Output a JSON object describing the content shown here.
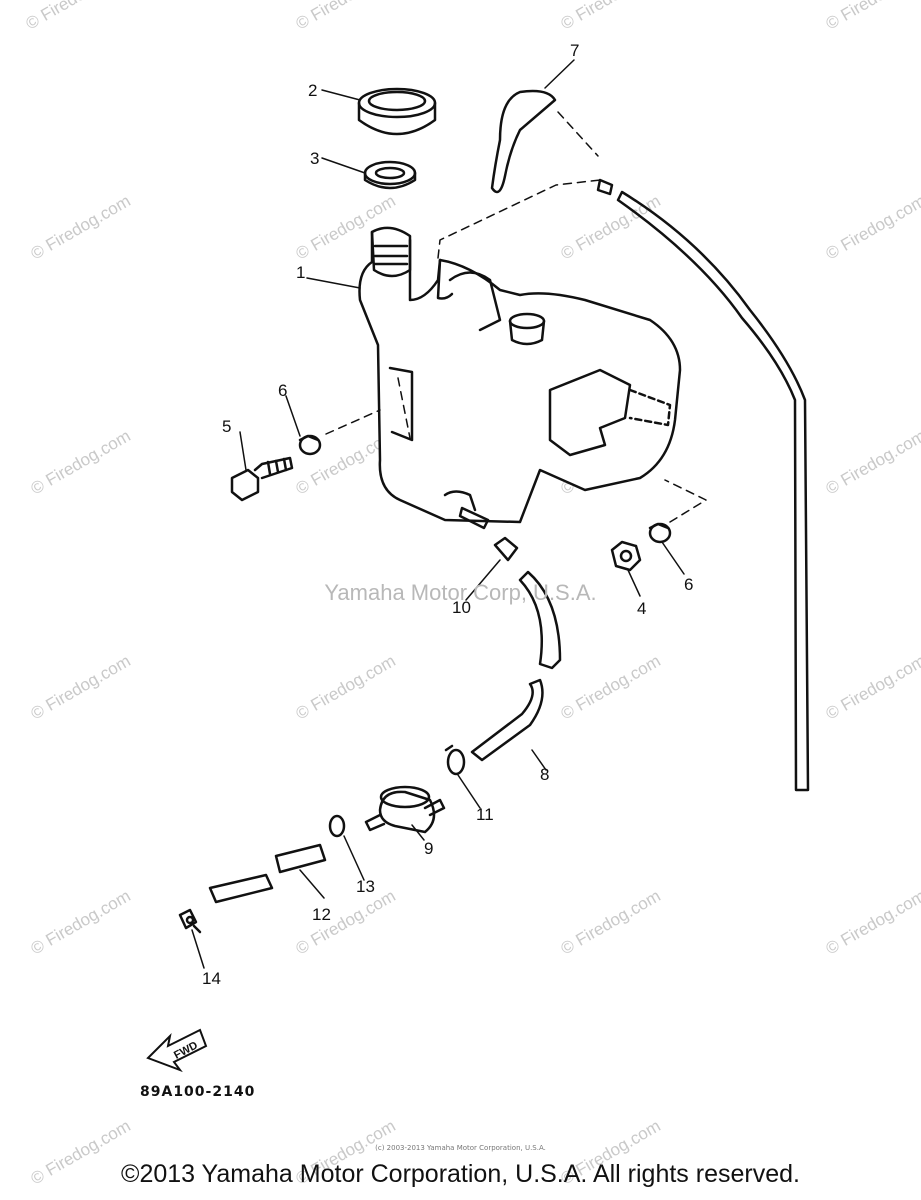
{
  "diagram": {
    "watermark_site": "© Firedog.com",
    "center_watermark": "Yamaha Motor Corp, U.S.A.",
    "diagram_code": "89A100-2140",
    "arrow_label": "FWD",
    "fine_print": "(c) 2003-2013 Yamaha Motor Corporation, U.S.A.",
    "copyright": "©2013 Yamaha Motor Corporation, U.S.A. All rights reserved.",
    "callouts": [
      "1",
      "2",
      "3",
      "4",
      "5",
      "6",
      "6",
      "7",
      "8",
      "9",
      "10",
      "11",
      "12",
      "13",
      "14"
    ]
  }
}
